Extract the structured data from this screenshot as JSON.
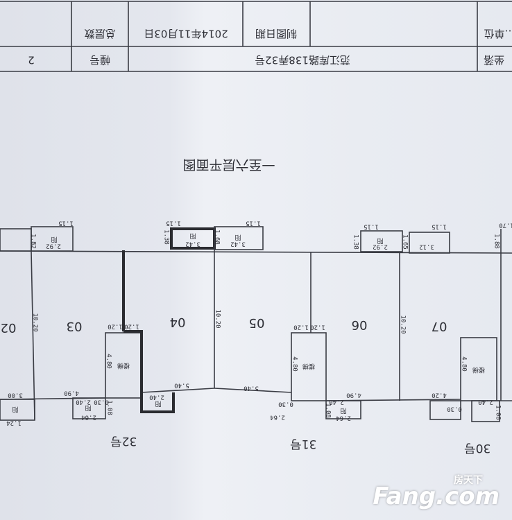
{
  "table": {
    "row1": {
      "unit_label_partial": "…单位",
      "drawing_date_label": "制图日期",
      "drawing_date": "2014年11月03日",
      "total_floors_label": "总层数",
      "total_floors": ""
    },
    "row2": {
      "location_label": "坐落",
      "address": "范江库路138弄32号",
      "building_no_label": "幢号",
      "building_no": "2"
    }
  },
  "plan_title": "一至六层平面图",
  "units": [
    "02",
    "03",
    "04",
    "05",
    "06",
    "07"
  ],
  "buildings": [
    "32号",
    "31号",
    "30号"
  ],
  "room_labels": {
    "balcony": "阳",
    "stair": "楼梯"
  },
  "dims": {
    "top": [
      "1.15",
      "1.15",
      "1.15",
      "1.15",
      "1.15",
      "1.70",
      "2.92",
      "3.42",
      "3.42",
      "2.92",
      "3.12",
      "1.82",
      "1.38",
      "1.68",
      "1.38",
      "1.65",
      "1.88"
    ],
    "depth": "10.20",
    "mid": [
      "1.20",
      "1.20",
      "1.20",
      "1.20"
    ],
    "stair": "4.80",
    "bottom": [
      "3.00",
      "4.90",
      "5.40",
      "5.40",
      "4.90",
      "4.20",
      "2.40",
      "2.40",
      "2.40",
      "2.40",
      "0.30",
      "0.30",
      "0.30",
      "1.08",
      "1.08",
      "1.08",
      "2.64",
      "2.64",
      "2.64",
      "1.24"
    ]
  },
  "watermark": {
    "cn": "房天下",
    "en": "Fang.com"
  }
}
